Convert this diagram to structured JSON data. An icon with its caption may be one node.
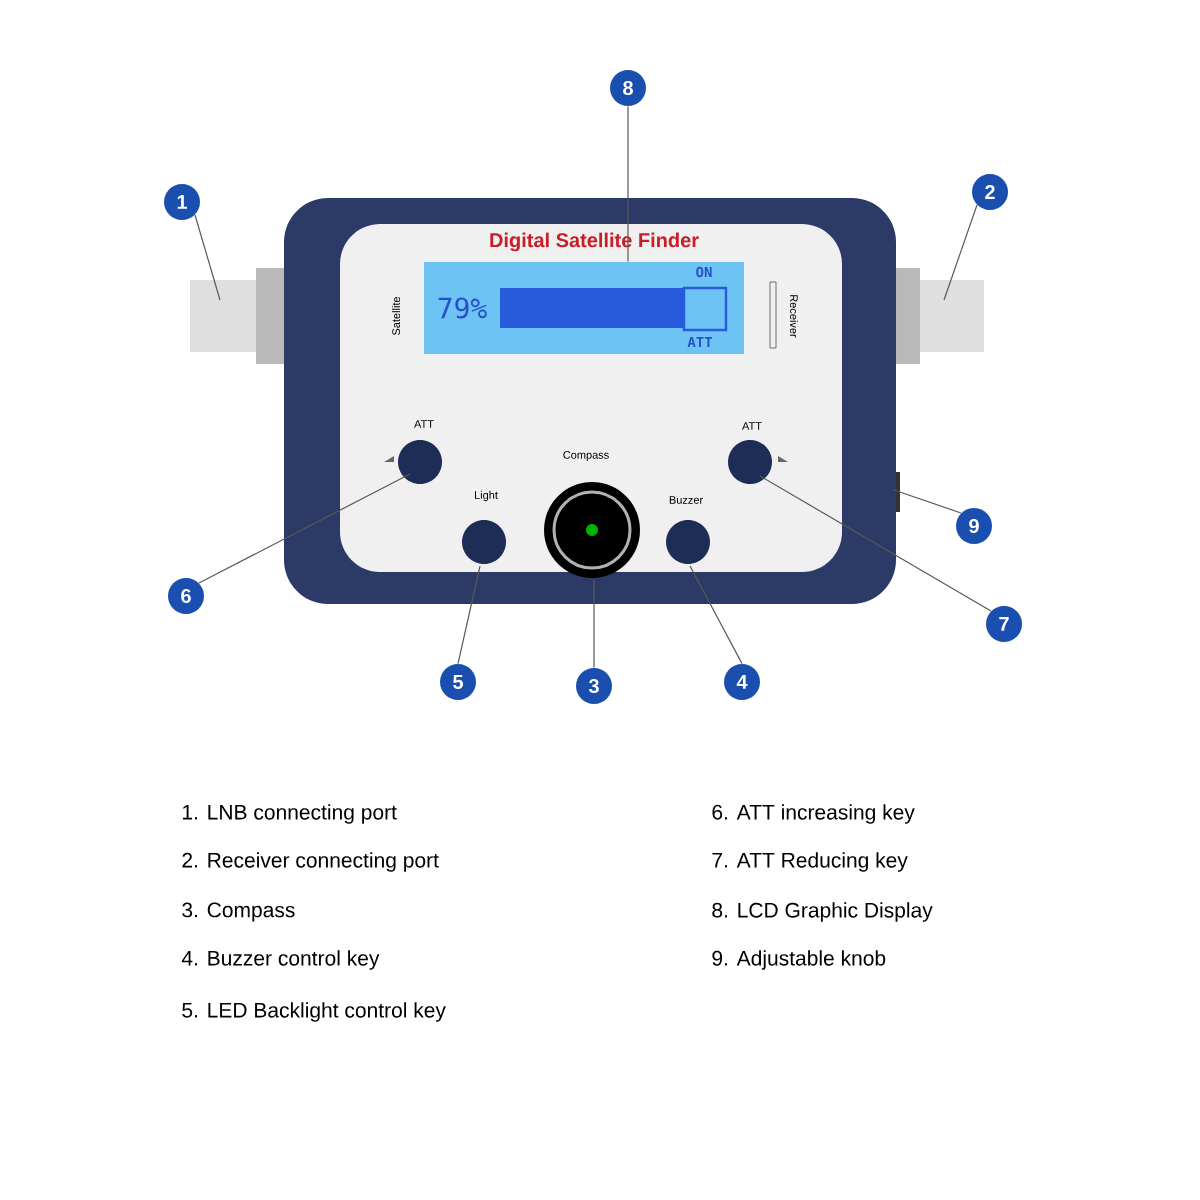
{
  "diagram": {
    "nodes": [
      {
        "text": [
          "1"
        ]
      },
      {
        "text": [
          "2"
        ]
      },
      {
        "text": [
          "3"
        ]
      },
      {
        "text": [
          "4"
        ]
      },
      {
        "text": [
          "5"
        ]
      },
      {
        "text": [
          "6"
        ]
      },
      {
        "text": [
          "7"
        ]
      },
      {
        "text": [
          "8"
        ]
      },
      {
        "text": [
          "9"
        ]
      },
      {
        "text": [
          "79%",
          "ON",
          "ATT"
        ]
      }
    ],
    "edges": [
      {
        "from": 0,
        "to": null,
        "arrow": "none"
      },
      {
        "from": 1,
        "to": null,
        "arrow": "none"
      },
      {
        "from": 2,
        "to": null,
        "arrow": "none"
      },
      {
        "from": 3,
        "to": null,
        "arrow": "none"
      },
      {
        "from": 4,
        "to": null,
        "arrow": "none"
      },
      {
        "from": 5,
        "to": null,
        "arrow": "none"
      },
      {
        "from": 6,
        "to": null,
        "arrow": "none"
      },
      {
        "from": 7,
        "to": 9,
        "arrow": "none"
      },
      {
        "from": 8,
        "to": null,
        "arrow": "none"
      }
    ],
    "labels": [
      "Digital Satellite Finder",
      "Satellite",
      "Receiver",
      "ATT",
      "Compass",
      "ATT",
      "Light",
      "Buzzer",
      "1. LNB connecting port",
      "2. Receiver connecting port",
      "3. Compass",
      "4. Buzzer control key",
      "5. LED Backlight control key",
      "6. ATT increasing key",
      "7. ATT Reducing key",
      "8. LCD Graphic Display",
      "9. Adjustable knob"
    ]
  }
}
